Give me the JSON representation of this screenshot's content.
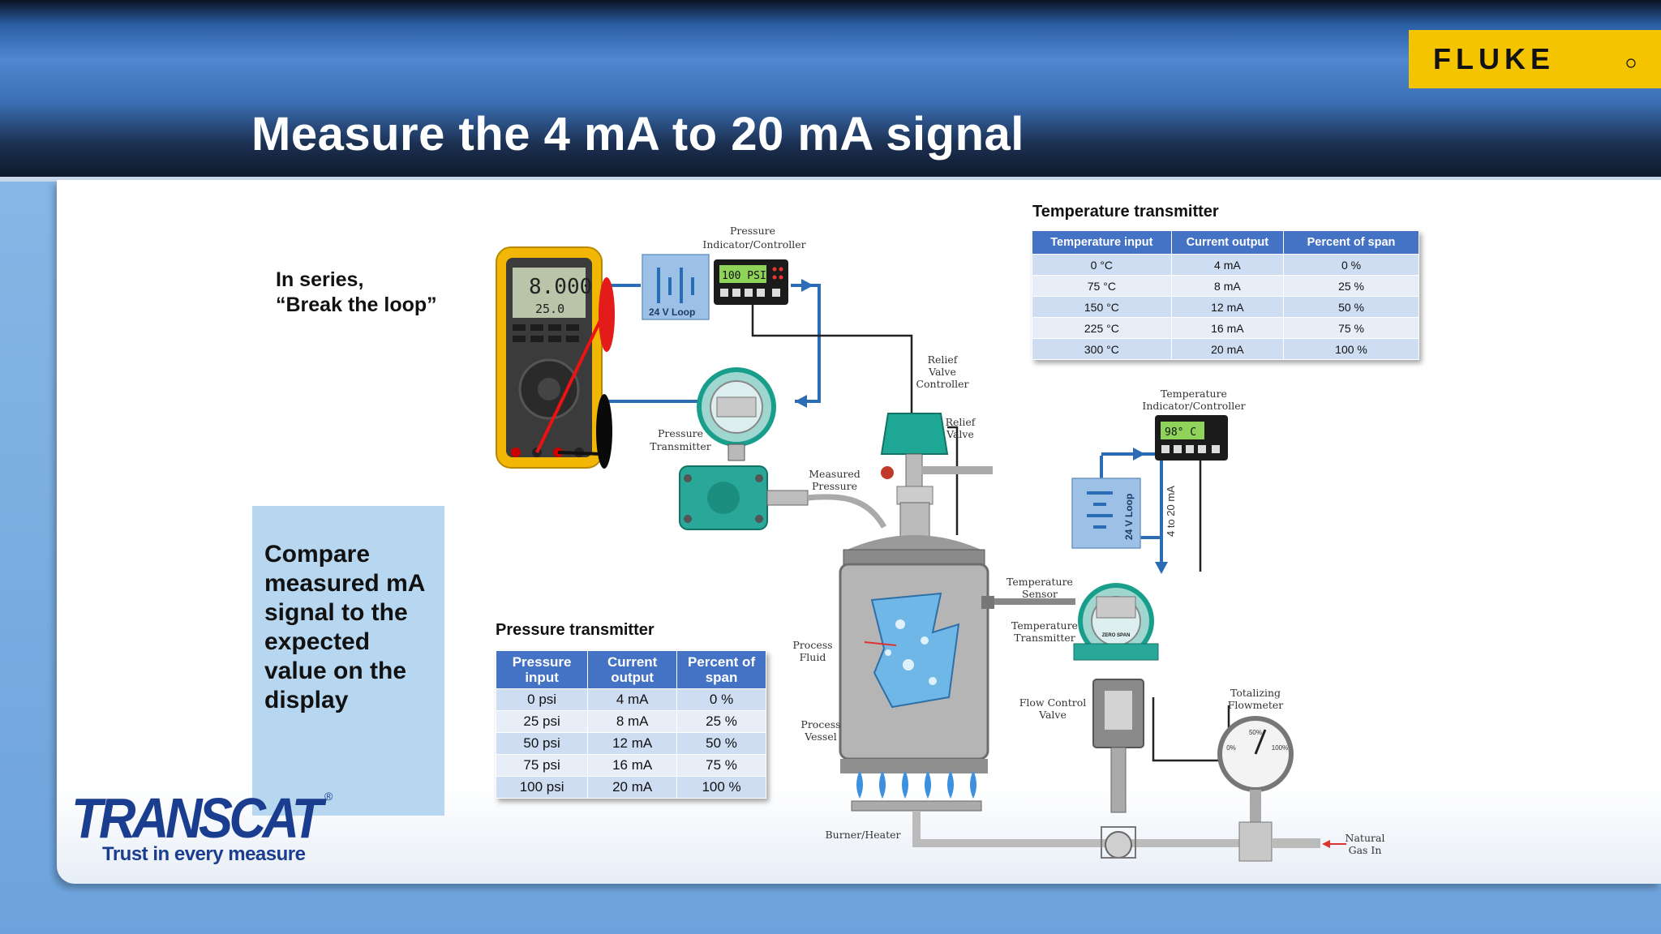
{
  "slide": {
    "title": "Measure the 4 mA to 20 mA signal",
    "brand_logo_right": "FLUKE",
    "brand_logo_left": "TRANSCAT",
    "brand_tagline": "Trust in every measure",
    "colors": {
      "fluke_yellow": "#f5c400",
      "header_blue": "#3a6fb4",
      "table_header": "#4472c4",
      "transcat_blue": "#1a3d8f"
    }
  },
  "notes": {
    "series_line1": "In series,",
    "series_line2": "“Break the loop”",
    "compare": "Compare measured mA signal to the expected value on the display"
  },
  "pressure_table": {
    "title": "Pressure transmitter",
    "headers": [
      "Pressure input",
      "Current output",
      "Percent of span"
    ],
    "rows": [
      [
        "0 psi",
        "4 mA",
        "0 %"
      ],
      [
        "25 psi",
        "8 mA",
        "25 %"
      ],
      [
        "50 psi",
        "12 mA",
        "50 %"
      ],
      [
        "75 psi",
        "16 mA",
        "75 %"
      ],
      [
        "100 psi",
        "20 mA",
        "100 %"
      ]
    ]
  },
  "temperature_table": {
    "title": "Temperature transmitter",
    "headers": [
      "Temperature input",
      "Current  output",
      "Percent  of span"
    ],
    "rows": [
      [
        "0  °C",
        "4 mA",
        "0 %"
      ],
      [
        "75 °C",
        "8 mA",
        "25 %"
      ],
      [
        "150 °C",
        "12 mA",
        "50 %"
      ],
      [
        "225 °C",
        "16 mA",
        "75 %"
      ],
      [
        "300 °C",
        "20 mA",
        "100 %"
      ]
    ]
  },
  "diagram": {
    "meter_reading_main": "8.000",
    "meter_reading_sub": "25.0",
    "pressure_indicator_display": "100 PSI",
    "temperature_indicator_display": "98° C",
    "labels": {
      "pressure_indicator_1": "Pressure",
      "pressure_indicator_2": "Indicator/Controller",
      "loop_24v_pressure": "24 V Loop",
      "relief_valve_controller_1": "Relief",
      "relief_valve_controller_2": "Valve",
      "relief_valve_controller_3": "Controller",
      "relief_valve_1": "Relief",
      "relief_valve_2": "Valve",
      "pressure_transmitter_1": "Pressure",
      "pressure_transmitter_2": "Transmitter",
      "measured_pressure_1": "Measured",
      "measured_pressure_2": "Pressure",
      "temperature_indicator_1": "Temperature",
      "temperature_indicator_2": "Indicator/Controller",
      "loop_24v_temperature": "24 V Loop",
      "loop_4_20": "4 to 20 mA",
      "temperature_sensor_1": "Temperature",
      "temperature_sensor_2": "Sensor",
      "temperature_transmitter_1": "Temperature",
      "temperature_transmitter_2": "Transmitter",
      "process_fluid_1": "Process",
      "process_fluid_2": "Fluid",
      "process_vessel_1": "Process",
      "process_vessel_2": "Vessel",
      "flow_control_valve_1": "Flow Control",
      "flow_control_valve_2": "Valve",
      "totalizing_flowmeter_1": "Totalizing",
      "totalizing_flowmeter_2": "Flowmeter",
      "burner_heater": "Burner/Heater",
      "natural_gas_1": "Natural",
      "natural_gas_2": "Gas In",
      "zero_span": "ZERO  SPAN",
      "flowmeter_tick_1": "0%",
      "flowmeter_tick_2": "50%",
      "flowmeter_tick_3": "100%"
    }
  }
}
